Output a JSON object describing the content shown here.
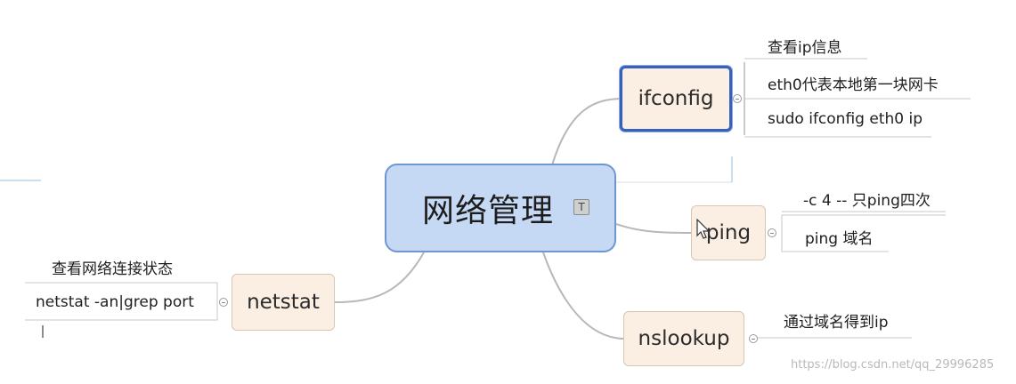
{
  "central": {
    "label": "网络管理",
    "icon": "T"
  },
  "topics": {
    "ifconfig": {
      "label": "ifconfig",
      "details": [
        "查看ip信息",
        "eth0代表本地第一块网卡",
        "sudo ifconfig eth0 ip"
      ]
    },
    "ping": {
      "label": "ping",
      "details": [
        "-c 4 -- 只ping四次",
        "ping 域名"
      ]
    },
    "netstat": {
      "label": "netstat",
      "details": [
        "查看网络连接状态",
        "netstat -an|grep port"
      ]
    },
    "nslookup": {
      "label": "nslookup",
      "details": [
        "通过域名得到ip"
      ]
    }
  },
  "colors": {
    "central_fill": "#c5d9f5",
    "central_border": "#6f97cf",
    "topic_fill": "#fbeee2",
    "selected_border": "#3561c0",
    "connector": "#b5b5b5"
  },
  "watermark": "https://blog.csdn.net/qq_29996285"
}
